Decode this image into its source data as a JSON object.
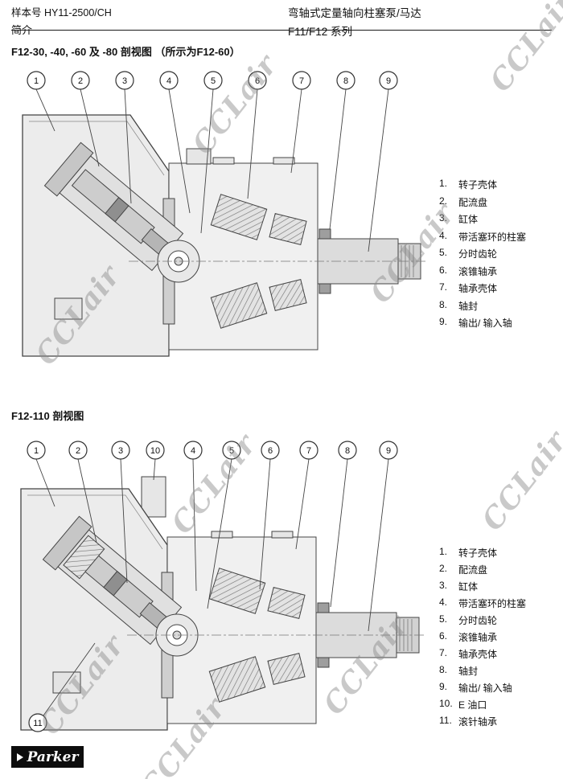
{
  "page": {
    "header": {
      "doc_number": "样本号 HY11-2500/CH",
      "section": "简介",
      "title": "弯轴式定量轴向柱塞泵/马达",
      "series": "F11/F12  系列"
    },
    "watermark_text": "CCLair",
    "footer_logo": "Parker"
  },
  "section1": {
    "title": "F12-30, -40, -60 及 -80 剖视图 （所示为F12-60）",
    "callouts": [
      "1",
      "2",
      "3",
      "4",
      "5",
      "6",
      "7",
      "8",
      "9"
    ],
    "legend": [
      {
        "num": "1.",
        "label": "转子壳体"
      },
      {
        "num": "2.",
        "label": "配流盘"
      },
      {
        "num": "3.",
        "label": "缸体"
      },
      {
        "num": "4.",
        "label": "带活塞环的柱塞"
      },
      {
        "num": "5.",
        "label": "分时齿轮"
      },
      {
        "num": "6.",
        "label": "滚锥轴承"
      },
      {
        "num": "7.",
        "label": "轴承壳体"
      },
      {
        "num": "8.",
        "label": "轴封"
      },
      {
        "num": "9.",
        "label": "输出/ 输入轴"
      }
    ]
  },
  "section2": {
    "title": "F12-110 剖视图",
    "callouts": [
      "1",
      "2",
      "3",
      "10",
      "4",
      "5",
      "6",
      "7",
      "8",
      "9"
    ],
    "callout_extra": "11",
    "legend": [
      {
        "num": "1.",
        "label": "转子壳体"
      },
      {
        "num": "2.",
        "label": "配流盘"
      },
      {
        "num": "3.",
        "label": "缸体"
      },
      {
        "num": "4.",
        "label": "带活塞环的柱塞"
      },
      {
        "num": "5.",
        "label": "分时齿轮"
      },
      {
        "num": "6.",
        "label": "滚锥轴承"
      },
      {
        "num": "7.",
        "label": "轴承壳体"
      },
      {
        "num": "8.",
        "label": "轴封"
      },
      {
        "num": "9.",
        "label": "输出/ 输入轴"
      },
      {
        "num": "10.",
        "label": "E 油口"
      },
      {
        "num": "11.",
        "label": "滚针轴承"
      }
    ]
  }
}
